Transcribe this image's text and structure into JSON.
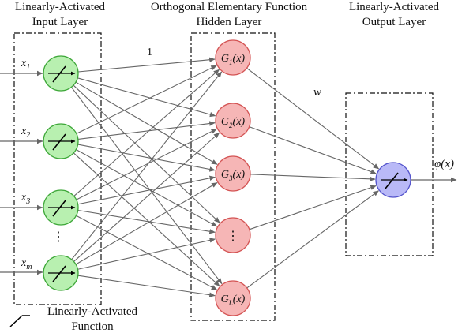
{
  "titles": {
    "input_line1": "Linearly-Activated",
    "input_line2": "Input Layer",
    "hidden_line1": "Orthogonal Elementary Function",
    "hidden_line2": "Hidden Layer",
    "output_line1": "Linearly-Activated",
    "output_line2": "Output Layer"
  },
  "inputs": [
    {
      "sym": "x",
      "sub": "1"
    },
    {
      "sym": "x",
      "sub": "2"
    },
    {
      "sym": "x",
      "sub": "3"
    },
    {
      "sym": "x",
      "sub": "m"
    }
  ],
  "hidden": [
    {
      "sym": "G",
      "sub": "1",
      "arg": "(x)"
    },
    {
      "sym": "G",
      "sub": "2",
      "arg": "(x)"
    },
    {
      "sym": "G",
      "sub": "3",
      "arg": "(x)"
    },
    {
      "sym": "⋮",
      "sub": "",
      "arg": ""
    },
    {
      "sym": "G",
      "sub": "L",
      "arg": "(x)"
    }
  ],
  "weight_input_label": "1",
  "weight_output_label": "w",
  "output_label": "φ(x)",
  "input_ellipsis": "⋮",
  "legend": {
    "line1": "Linearly-Activated",
    "line2": "Function"
  },
  "colors": {
    "input_fill": "#b8f0b0",
    "input_stroke": "#3fa83a",
    "hidden_fill": "#f6b6b6",
    "hidden_stroke": "#d45555",
    "output_fill": "#b9b9f7",
    "output_stroke": "#5555cc",
    "edge": "#666666"
  }
}
